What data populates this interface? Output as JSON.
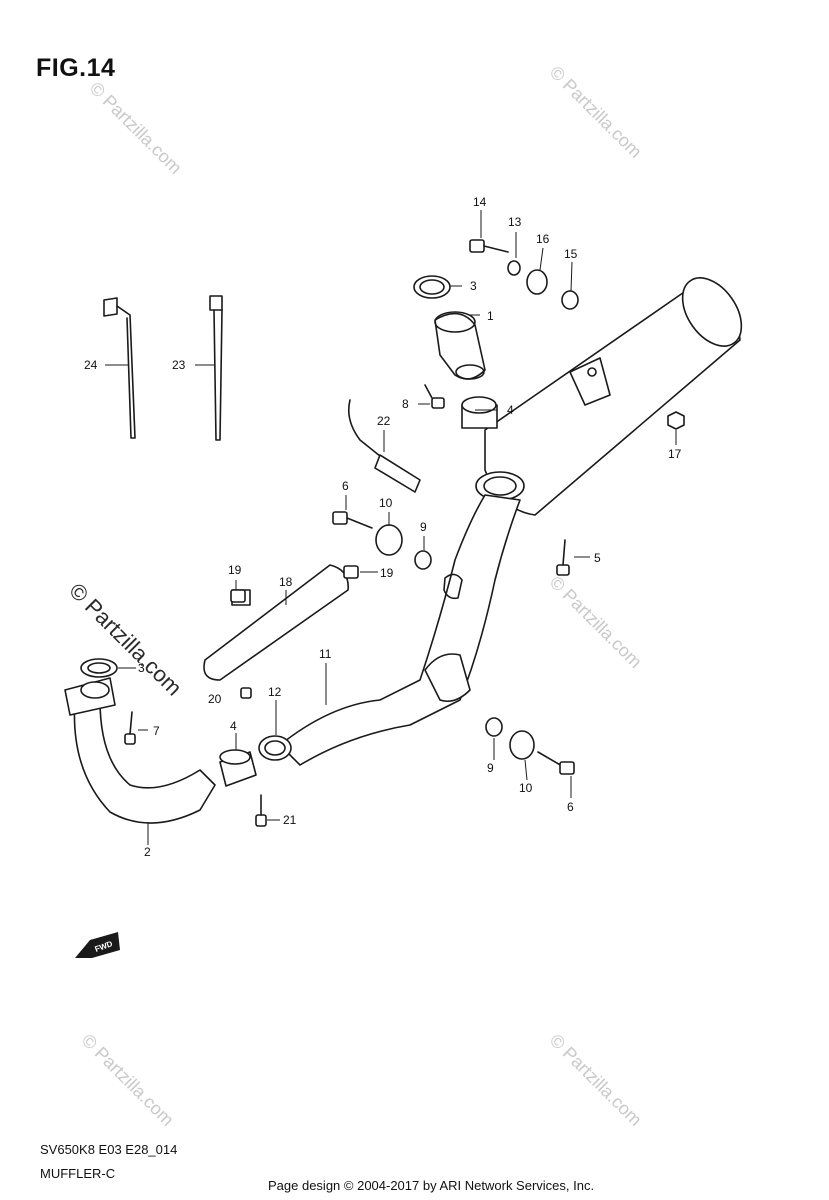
{
  "figure": {
    "title": "FIG.14",
    "code": "SV650K8 E03 E28_014",
    "subtitle": "MUFFLER-C",
    "credit": "Page design © 2004-2017 by ARI Network Services, Inc."
  },
  "watermark": {
    "text": "© Partzilla.com",
    "main_text": "© Partzilla.com"
  },
  "fwd_arrow": {
    "label": "FWD",
    "icon": "forward-arrow-icon"
  },
  "callouts": [
    "1",
    "2",
    "3",
    "3",
    "4",
    "4",
    "5",
    "6",
    "6",
    "7",
    "8",
    "9",
    "9",
    "10",
    "10",
    "11",
    "12",
    "13",
    "14",
    "15",
    "16",
    "17",
    "18",
    "19",
    "19",
    "20",
    "21",
    "22",
    "23",
    "24"
  ]
}
